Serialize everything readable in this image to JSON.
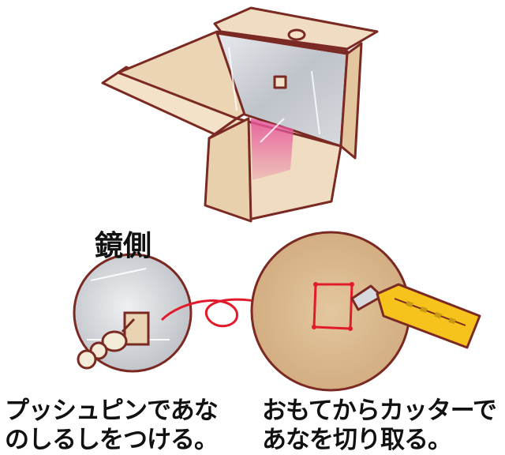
{
  "labels": {
    "mirror_side": "鏡側"
  },
  "captions": {
    "left": [
      "プッシュピンであな",
      "のしるしをつける。"
    ],
    "right": [
      "おもてからカッターで",
      "あなを切り取る。"
    ]
  },
  "colors": {
    "cardboard": "#f0dcc0",
    "cardboard_dark": "#d9b894",
    "outline": "#7a2a22",
    "mirror": "#c9ccd2",
    "red_arrow": "#e11b2b",
    "cutter_yellow": "#f6c21c",
    "pink_glow": "#e6579a",
    "circle_bg": "#d9b88f"
  }
}
